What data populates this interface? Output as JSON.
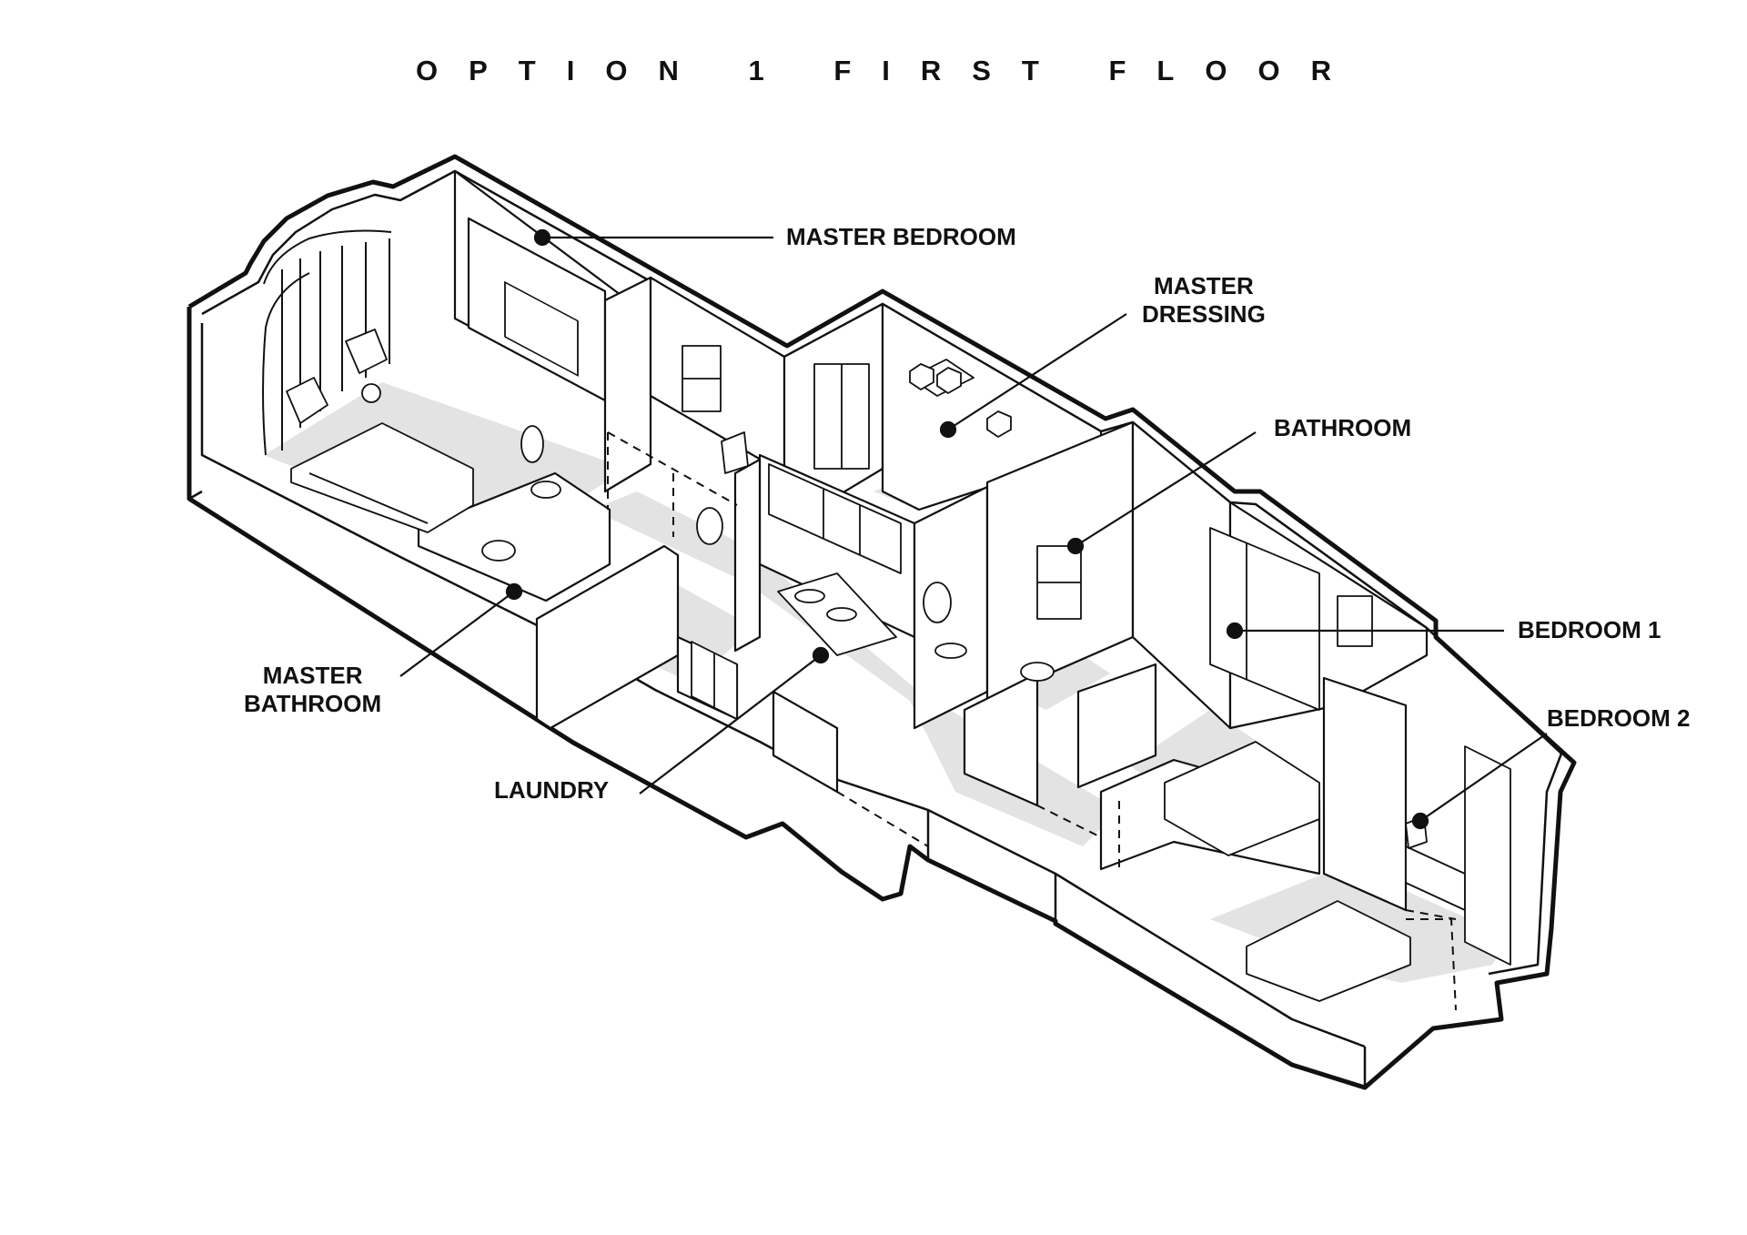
{
  "title": "OPTION 1 FIRST FLOOR",
  "colors": {
    "ink": "#111111",
    "floor": "#e3e3e3",
    "wall_fill": "#ffffff"
  },
  "labels": {
    "master_bedroom": "MASTER BEDROOM",
    "master_dressing": [
      "MASTER",
      "DRESSING"
    ],
    "bathroom": "BATHROOM",
    "bedroom_1": "BEDROOM 1",
    "bedroom_2": "BEDROOM 2",
    "master_bathroom": [
      "MASTER",
      "BATHROOM"
    ],
    "laundry": "LAUNDRY"
  }
}
